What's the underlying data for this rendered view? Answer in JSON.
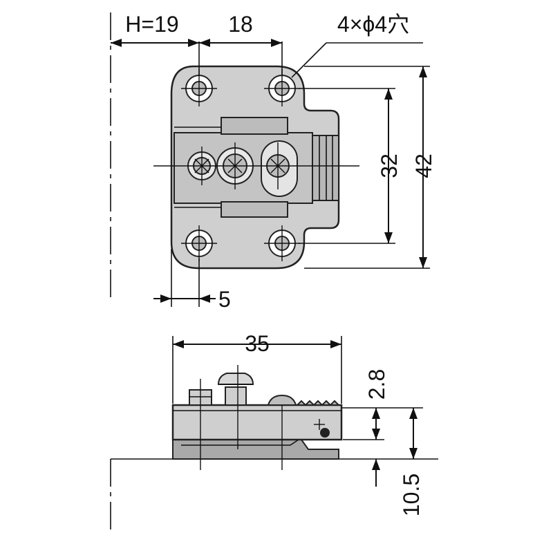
{
  "drawing": {
    "dimensions": {
      "h_offset": "H=19",
      "hole_pitch_x": "18",
      "holes_note": "4×ϕ4穴",
      "hole_pitch_y": "32",
      "height": "42",
      "edge_offset": "5",
      "width": "35",
      "gap": "2.8",
      "base_height": "10.5"
    }
  }
}
